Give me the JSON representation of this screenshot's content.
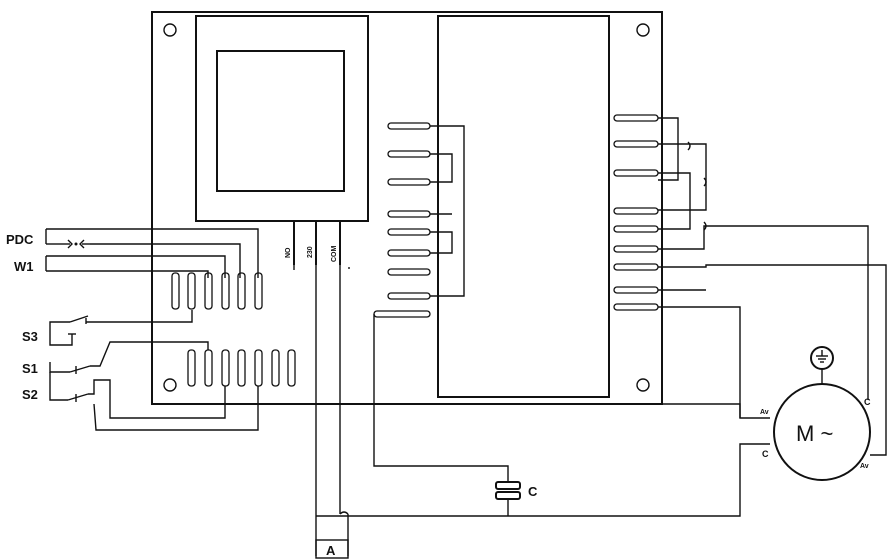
{
  "labels": {
    "pdc": "PDC",
    "w1": "W1",
    "s3": "S3",
    "s1": "S1",
    "s2": "S2",
    "capacitor": "C",
    "bottom": "A",
    "motor": "M ~",
    "term_no": "NO",
    "term_230": "230",
    "term_com": "COM",
    "motor_av_left": "Av",
    "motor_c_left": "C",
    "motor_c_right": "C",
    "motor_av_right": "Av"
  },
  "icons": {
    "ground": "ground-icon",
    "motor": "motor-icon",
    "capacitor": "capacitor-icon",
    "pdc_sensor": "sensor-icon",
    "switch": "switch-icon"
  },
  "colors": {
    "line": "#111111",
    "background": "#ffffff"
  }
}
